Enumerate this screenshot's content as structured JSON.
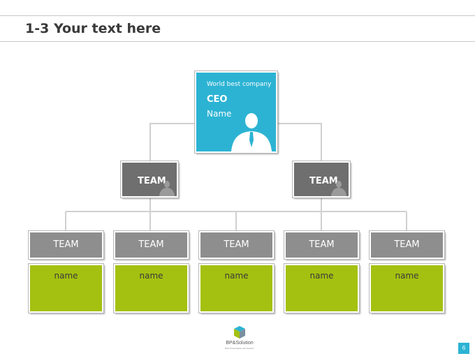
{
  "header": {
    "title": "1-3 Your text here"
  },
  "ceo": {
    "tagline": "World best company",
    "role": "CEO",
    "name": "Name"
  },
  "teams_top": [
    {
      "label": "TEAM"
    },
    {
      "label": "TEAM"
    }
  ],
  "teams_bottom": [
    {
      "label": "TEAM",
      "name": "name"
    },
    {
      "label": "TEAM",
      "name": "name"
    },
    {
      "label": "TEAM",
      "name": "name"
    },
    {
      "label": "TEAM",
      "name": "name"
    },
    {
      "label": "TEAM",
      "name": "name"
    }
  ],
  "logo": {
    "brand": "BP&Solution",
    "tagline": "Best Presentation and Solution"
  },
  "page_number": "6",
  "colors": {
    "ceo": "#2cb3d3",
    "team_top": "#6f6f6f",
    "team": "#8e8e8e",
    "name": "#a4c111",
    "connector": "#d0d0d0"
  },
  "icons": {
    "person": "person-silhouette-icon",
    "logo": "bp-solution-logo-icon"
  }
}
